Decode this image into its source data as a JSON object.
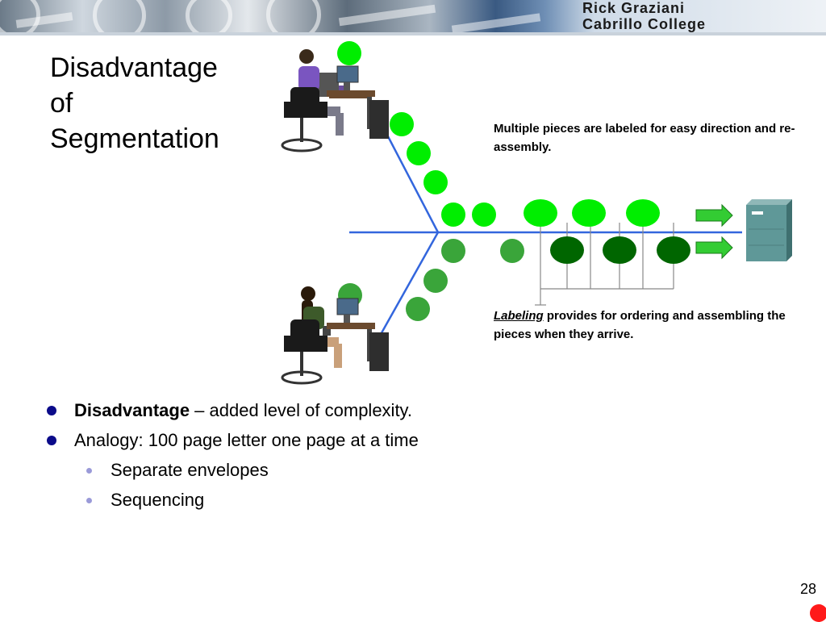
{
  "header": {
    "author_name": "Rick Graziani",
    "institution": "Cabrillo College"
  },
  "slide": {
    "title_line1": "Disadvantage",
    "title_line2": "of",
    "title_line3": "Segmentation",
    "page_number": "28"
  },
  "diagram": {
    "caption_top": "Multiple pieces are labeled for easy direction and re-assembly.",
    "caption_bottom_em": "Labeling",
    "caption_bottom_rest": " provides for ordering and assembling the pieces when they arrive."
  },
  "bullets": {
    "item1_bold": "Disadvantage",
    "item1_rest": " – added level of complexity.",
    "item2": "Analogy: 100 page letter one page at a time",
    "sub1": "Separate envelopes",
    "sub2": "Sequencing"
  },
  "colors": {
    "bright_segment": "#00ee00",
    "mid_segment": "#3aa53a",
    "dark_segment": "#006600",
    "link_line": "#3366dd",
    "bullet": "#0b0b8a"
  }
}
